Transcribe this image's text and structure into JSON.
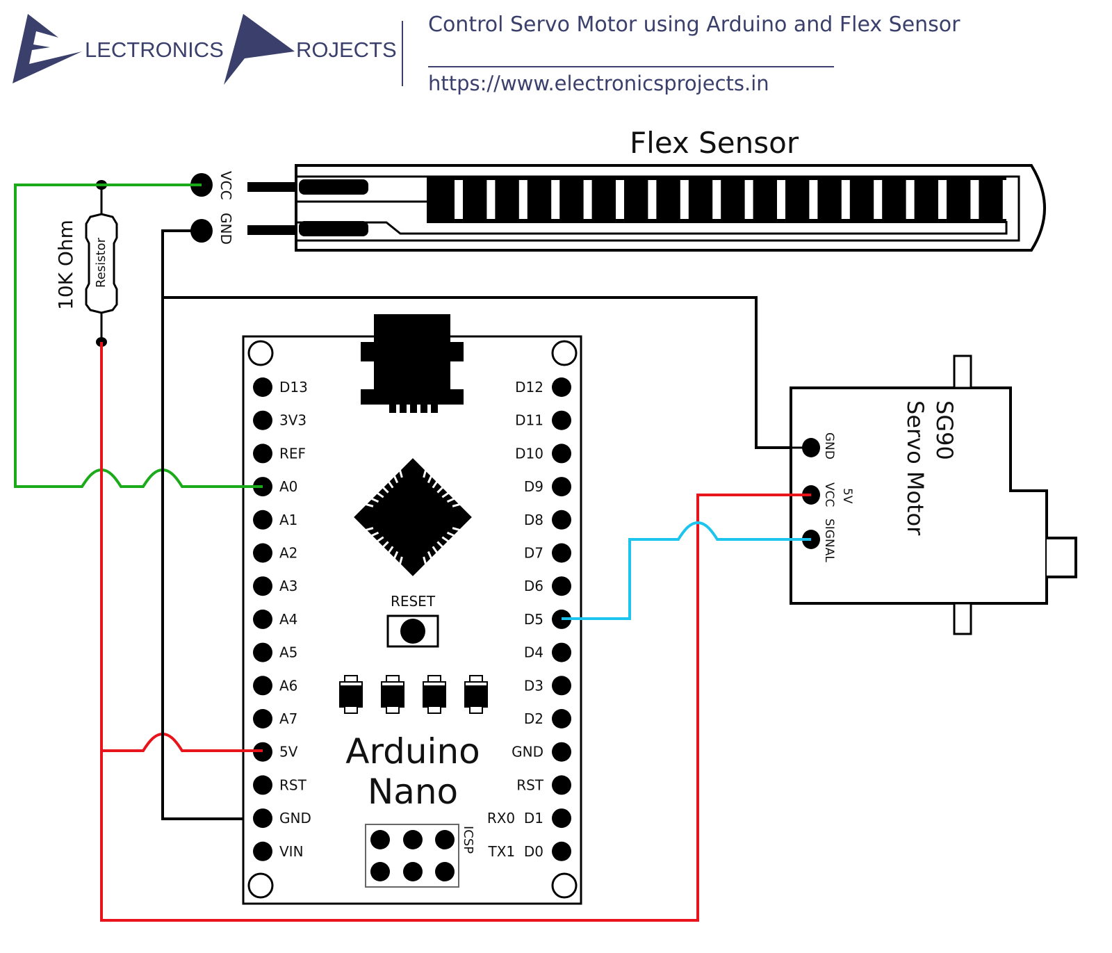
{
  "header": {
    "brand_word1": "LECTRONICS",
    "brand_word2": "ROJECTS",
    "title": "Control Servo Motor using Arduino and Flex Sensor",
    "url": "https://www.electronicsprojects.in"
  },
  "colors": {
    "brand": "#3a3f6b",
    "wire_signal_a0": "#1aaa1a",
    "wire_5v": "#e8131b",
    "wire_gnd": "#000000",
    "wire_pwm": "#1cc4ee"
  },
  "flex_sensor": {
    "title": "Flex Sensor",
    "pin_vcc": "VCC",
    "pin_gnd": "GND"
  },
  "resistor": {
    "value": "10K Ohm",
    "body_label": "Resistor"
  },
  "arduino": {
    "name_line1": "Arduino",
    "name_line2": "Nano",
    "reset_label": "RESET",
    "icsp_label": "ICSP",
    "left_pins": [
      "D13",
      "3V3",
      "REF",
      "A0",
      "A1",
      "A2",
      "A3",
      "A4",
      "A5",
      "A6",
      "A7",
      "5V",
      "RST",
      "GND",
      "VIN"
    ],
    "right_pins": [
      "D12",
      "D11",
      "D10",
      "D9",
      "D8",
      "D7",
      "D6",
      "D5",
      "D4",
      "D3",
      "D2",
      "GND",
      "RST",
      "RX0  D1",
      "TX1  D0"
    ]
  },
  "servo": {
    "model": "SG90",
    "name": "Servo Motor",
    "pin_gnd": "GND",
    "pin_vcc": "VCC",
    "pin_vcc_note": "5V",
    "pin_signal": "SIGNAL"
  },
  "connections": [
    {
      "from": "Flex Sensor VCC",
      "to": "Arduino A0",
      "color": "green"
    },
    {
      "from": "Resistor",
      "to": "Arduino 5V",
      "color": "red"
    },
    {
      "from": "Arduino 5V",
      "to": "Servo VCC",
      "color": "red"
    },
    {
      "from": "Flex Sensor GND",
      "to": "Arduino GND",
      "color": "black"
    },
    {
      "from": "Flex Sensor GND",
      "to": "Servo GND",
      "color": "black"
    },
    {
      "from": "Arduino D5",
      "to": "Servo SIGNAL",
      "color": "blue"
    }
  ]
}
